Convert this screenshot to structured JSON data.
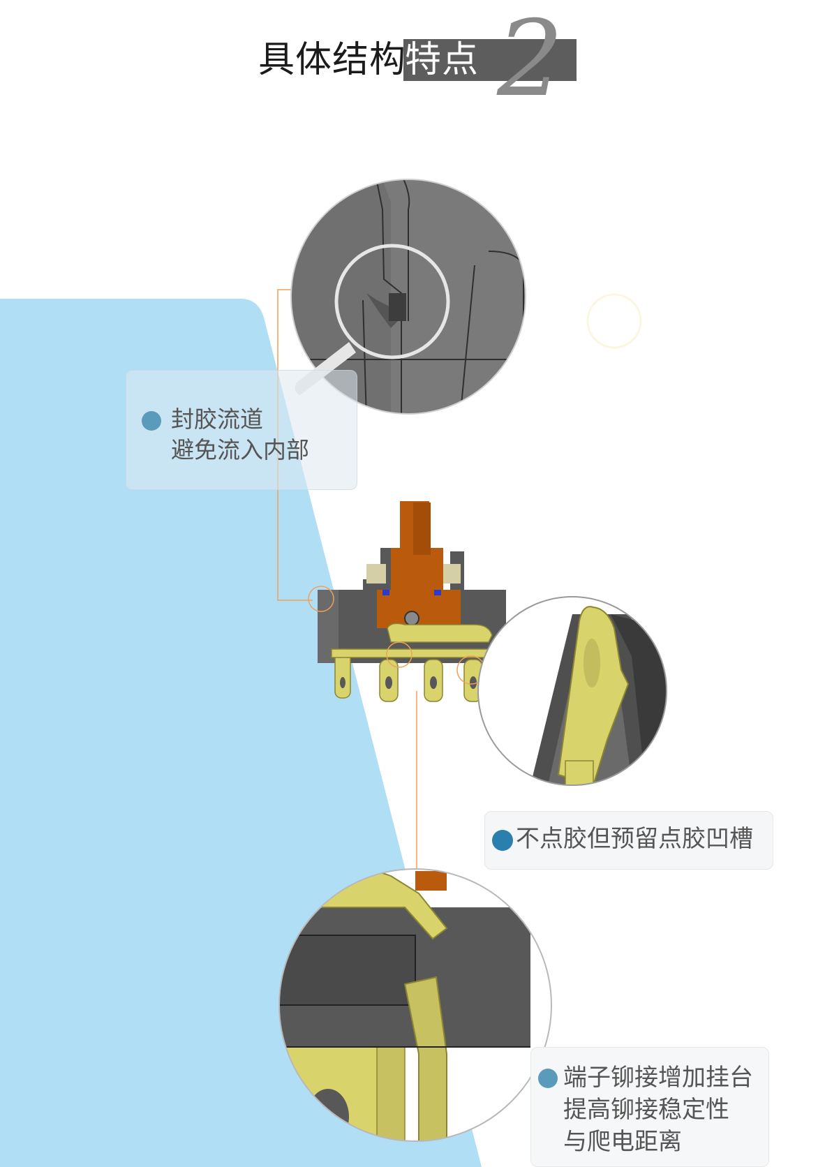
{
  "header": {
    "title_plain": "具体结构",
    "title_highlight": "特点",
    "title_number": "2"
  },
  "callouts": {
    "sealing": {
      "line1": "封胶流道",
      "line2": "避免流入内部"
    },
    "groove": {
      "line1": "不点胶但预留点胶凹槽"
    },
    "terminal": {
      "line1": "端子铆接增加挂台",
      "line2": "提高铆接稳定性",
      "line3": "与爬电距离"
    }
  },
  "colors": {
    "blue_region": "#b0dff5",
    "dark_title_box": "#5d5d5d",
    "housing_gray": "#5a5a5a",
    "actuator_orange": "#b95a0c",
    "terminal_yellow": "#d9d36c",
    "accent_orange_line": "#f0a05a",
    "dot_blue": "#5a9bbb",
    "dot_blue_dark": "#2a7fae"
  }
}
